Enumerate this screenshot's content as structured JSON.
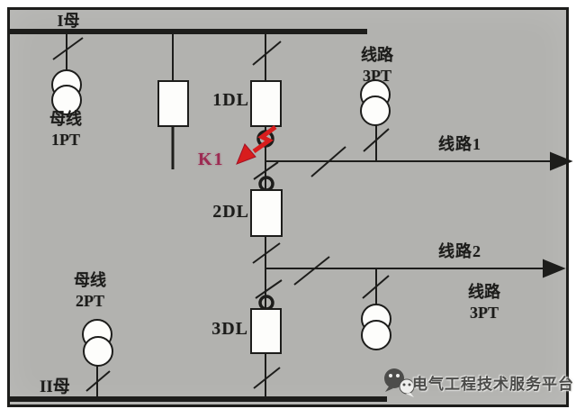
{
  "colors": {
    "background": "#b2b2af",
    "frame_border": "#1d1d1b",
    "line": "#1d1d1b",
    "symbol_fill": "#fdfdfb",
    "fault_arrow_red": "#d81d1d",
    "fault_label_color": "#9c2b52",
    "watermark_color": "#4b4b49"
  },
  "buses": {
    "bus1": {
      "label": "I母"
    },
    "bus2": {
      "label": "II母"
    }
  },
  "breakers": {
    "b1": {
      "label": "1DL"
    },
    "b2": {
      "label": "2DL"
    },
    "b3": {
      "label": "3DL"
    }
  },
  "pts": {
    "bus1_pt": {
      "line1": "母线",
      "line2": "1PT"
    },
    "line1_pt": {
      "line1": "线路",
      "line2": "3PT"
    },
    "bus2_pt": {
      "line1": "母线",
      "line2": "2PT"
    },
    "line2_pt": {
      "line1": "线路",
      "line2": "3PT"
    }
  },
  "feeders": {
    "f1": {
      "label": "线路1"
    },
    "f2": {
      "label": "线路2"
    }
  },
  "fault": {
    "label": "K1"
  },
  "watermark": {
    "icon": "wechat-logo-icon",
    "text": "电气工程技术服务平台"
  }
}
